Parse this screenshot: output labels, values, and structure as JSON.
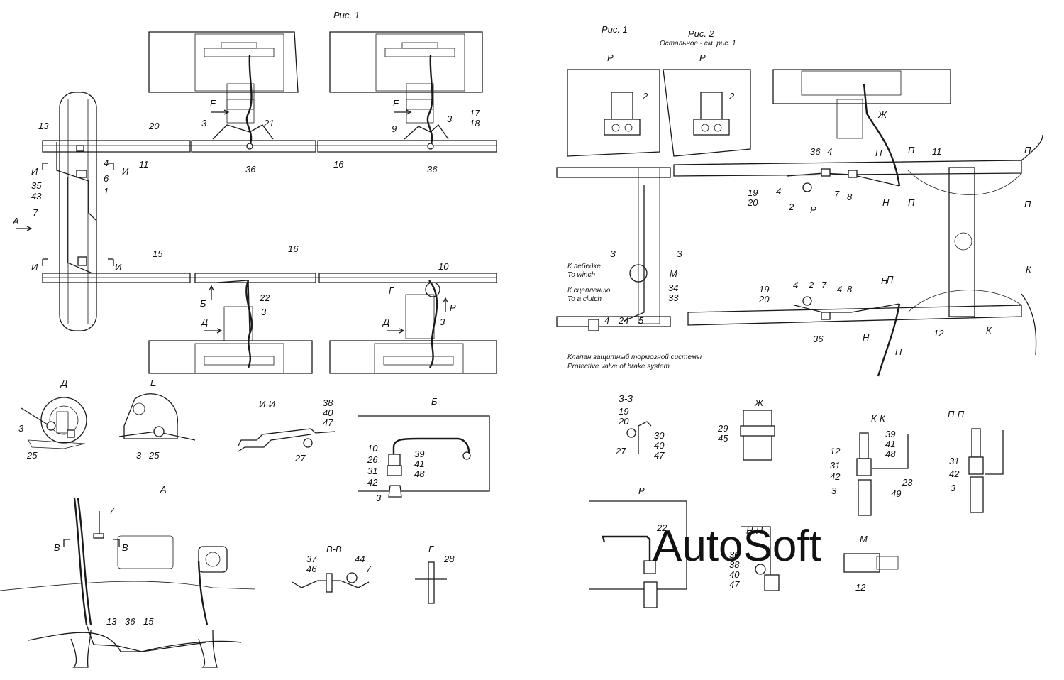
{
  "titles": {
    "ris1_left": "Рис. 1",
    "ris1_right": "Рис. 1",
    "ris2": "Рис. 2",
    "ris2_note": "Остальное - см. рис. 1"
  },
  "views": {
    "P": "Р",
    "D": "Д",
    "E": "Е",
    "II": "И-И",
    "B": "Б",
    "A": "А",
    "VV": "В-В",
    "G": "Г",
    "ZZ": "З-З",
    "ZH": "Ж",
    "KK": "К-К",
    "PP": "П-П",
    "HH": "Н-Н",
    "M": "М"
  },
  "section_letters": {
    "E": "Е",
    "I": "И",
    "D": "Д",
    "B": "Б",
    "G": "Г",
    "P": "Р",
    "A": "А",
    "N": "Н",
    "Pi": "П",
    "Zh": "Ж",
    "Z": "З",
    "K": "К",
    "M": "М",
    "V": "В"
  },
  "annotations": {
    "winch_ru": "К лебедке",
    "winch_en": "To winch",
    "clutch_ru": "К сцеплению",
    "clutch_en": "To a clutch",
    "valve_ru": "Клапан защитный тормозной системы",
    "valve_en": "Protective valve of brake system"
  },
  "callouts": {
    "n1": "1",
    "n2": "2",
    "n3": "3",
    "n4": "4",
    "n5": "5",
    "n6": "6",
    "n7": "7",
    "n8": "8",
    "n9": "9",
    "n10": "10",
    "n11": "11",
    "n12": "12",
    "n13": "13",
    "n15": "15",
    "n16": "16",
    "n17": "17",
    "n18": "18",
    "n19": "19",
    "n20": "20",
    "n21": "21",
    "n22": "22",
    "n23": "23",
    "n24": "24",
    "n25": "25",
    "n26": "26",
    "n27": "27",
    "n28": "28",
    "n29": "29",
    "n30": "30",
    "n31": "31",
    "n33": "33",
    "n34": "34",
    "n35": "35",
    "n36": "36",
    "n37": "37",
    "n38": "38",
    "n39": "39",
    "n40": "40",
    "n41": "41",
    "n42": "42",
    "n43": "43",
    "n44": "44",
    "n45": "45",
    "n46": "46",
    "n47": "47",
    "n48": "48",
    "n49": "49"
  },
  "watermark": "AutoSoft"
}
